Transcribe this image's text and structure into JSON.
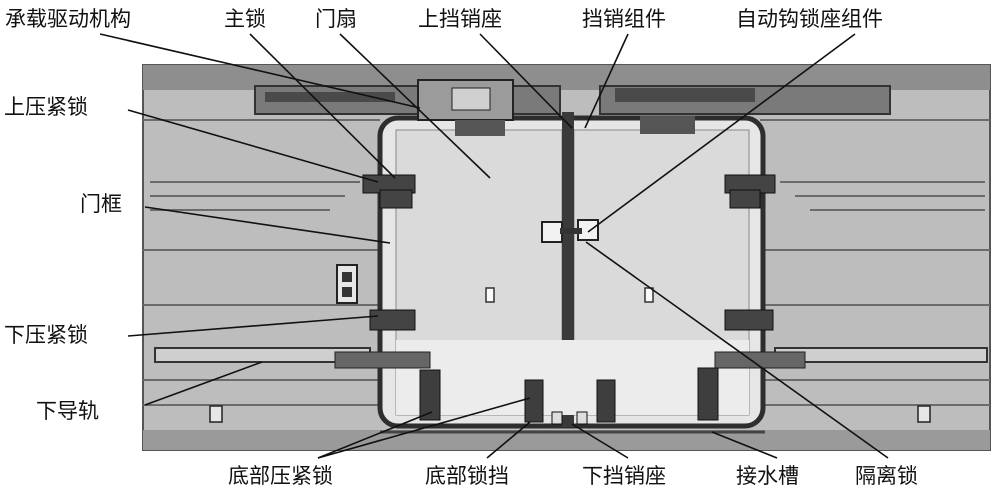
{
  "labels": {
    "carrier_drive": "承载驱动机构",
    "main_lock": "主锁",
    "door_leaf": "门扇",
    "upper_pin_seat": "上挡销座",
    "pin_assembly": "挡销组件",
    "auto_hook_seat": "自动钩锁座组件",
    "upper_clamp_lock": "上压紧锁",
    "door_frame": "门框",
    "lower_clamp_lock": "下压紧锁",
    "lower_rail": "下导轨",
    "bottom_clamp_lock": "底部压紧锁",
    "bottom_lock_stop": "底部锁挡",
    "lower_pin_seat": "下挡销座",
    "drain_channel": "接水槽",
    "isolation_lock": "隔离锁"
  }
}
